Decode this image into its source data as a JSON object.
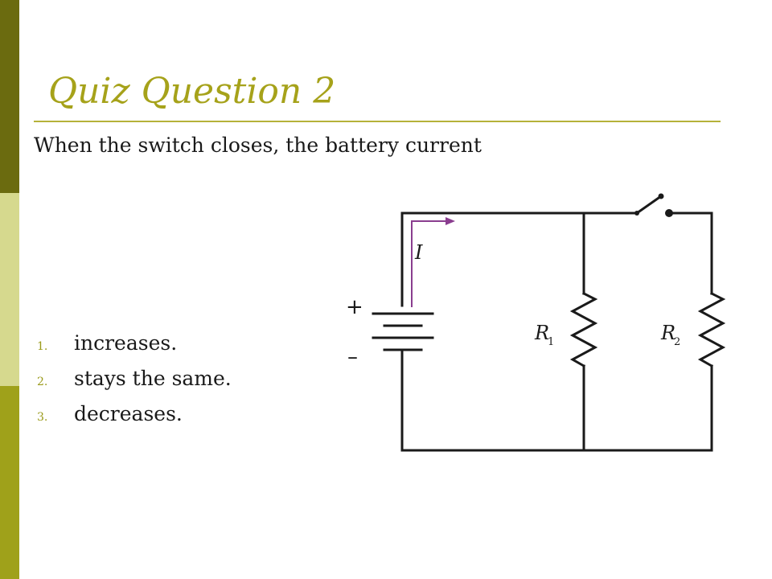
{
  "slide": {
    "title": "Quiz Question 2",
    "prompt": "When the switch closes, the battery current",
    "options": [
      {
        "number": "1.",
        "text": "increases."
      },
      {
        "number": "2.",
        "text": "stays the same."
      },
      {
        "number": "3.",
        "text": "decreases."
      }
    ]
  },
  "circuit": {
    "current_label": "I",
    "plus_label": "+",
    "minus_label": "–",
    "r1_label": "R",
    "r1_sub": "1",
    "r2_label": "R",
    "r2_sub": "2",
    "arrow_color": "#8a3d8f"
  },
  "theme": {
    "sidebar_colors": [
      "#6b6b0f",
      "#d6d98e",
      "#9fa11a"
    ],
    "title_color": "#a6a21a"
  }
}
